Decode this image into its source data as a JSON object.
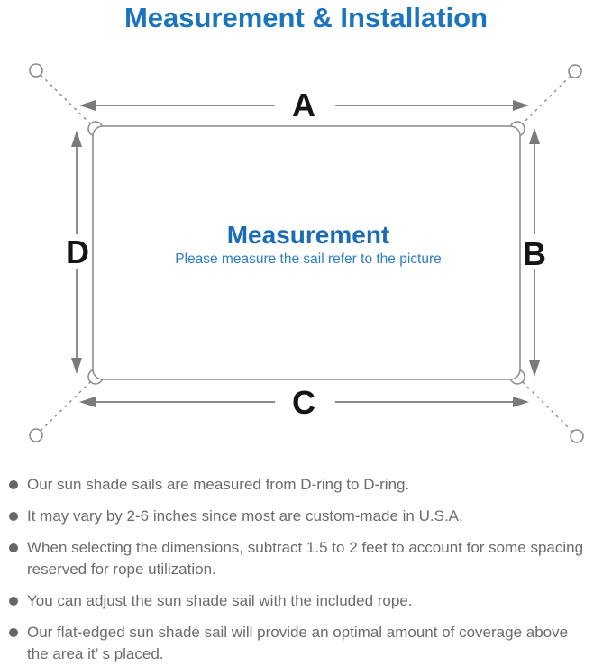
{
  "title": "Measurement & Installation",
  "diagram": {
    "center_title": "Measurement",
    "center_subtitle": "Please measure the sail refer to the picture",
    "labels": {
      "top": "A",
      "right": "B",
      "bottom": "C",
      "left": "D"
    },
    "icons": {
      "anchor_point": "open-circle-ring",
      "corner_hardware": "d-ring-bump",
      "connection": "dashed-rope-line",
      "dimension": "double-headed-arrow"
    },
    "colors": {
      "line_gray": "#8a8a8a",
      "arrow_gray": "#7a7a7a",
      "label_black": "#141414",
      "center_title_blue": "#1b6db3",
      "center_subtitle_blue": "#2e7fc1"
    }
  },
  "title_color": "#1b75bc",
  "body_text_color": "#6b6b6b",
  "notes": {
    "items": [
      {
        "text": "Our sun shade sails are measured from D-ring to D-ring."
      },
      {
        "text": "It may vary by 2-6 inches since most are custom-made in U.S.A."
      },
      {
        "text": "When selecting the dimensions, subtract 1.5 to 2 feet to account for some spacing\nreserved for rope utilization."
      },
      {
        "text": "You can adjust the sun shade sail with the included rope."
      },
      {
        "text": "Our flat-edged sun shade sail will provide an optimal amount of coverage above\nthe area it’ s placed."
      }
    ]
  }
}
